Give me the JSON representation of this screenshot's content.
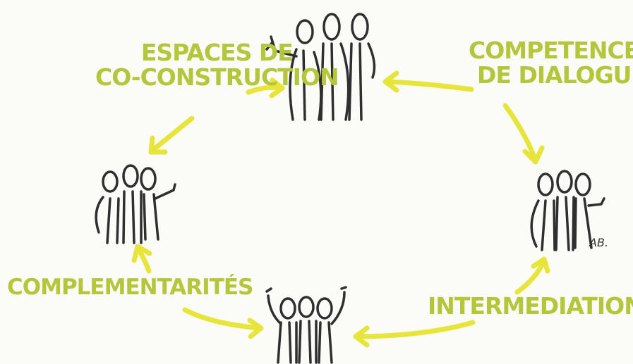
{
  "diagram": {
    "labels": {
      "espaces": {
        "line1": "ESPACES DE",
        "line2": "CO-CONSTRUCTION"
      },
      "competences": {
        "line1": "COMPETENCES",
        "line2": "DE DIALOGUE"
      },
      "complementarites": "COMPLEMENTARITÉS",
      "intermediation": "INTERMEDIATION"
    },
    "signature": "AB.",
    "colors": {
      "label": "#b4c63a",
      "arrow": "#e7e53a",
      "ink": "#2f2f2f",
      "background": "#fbfbf7"
    }
  }
}
